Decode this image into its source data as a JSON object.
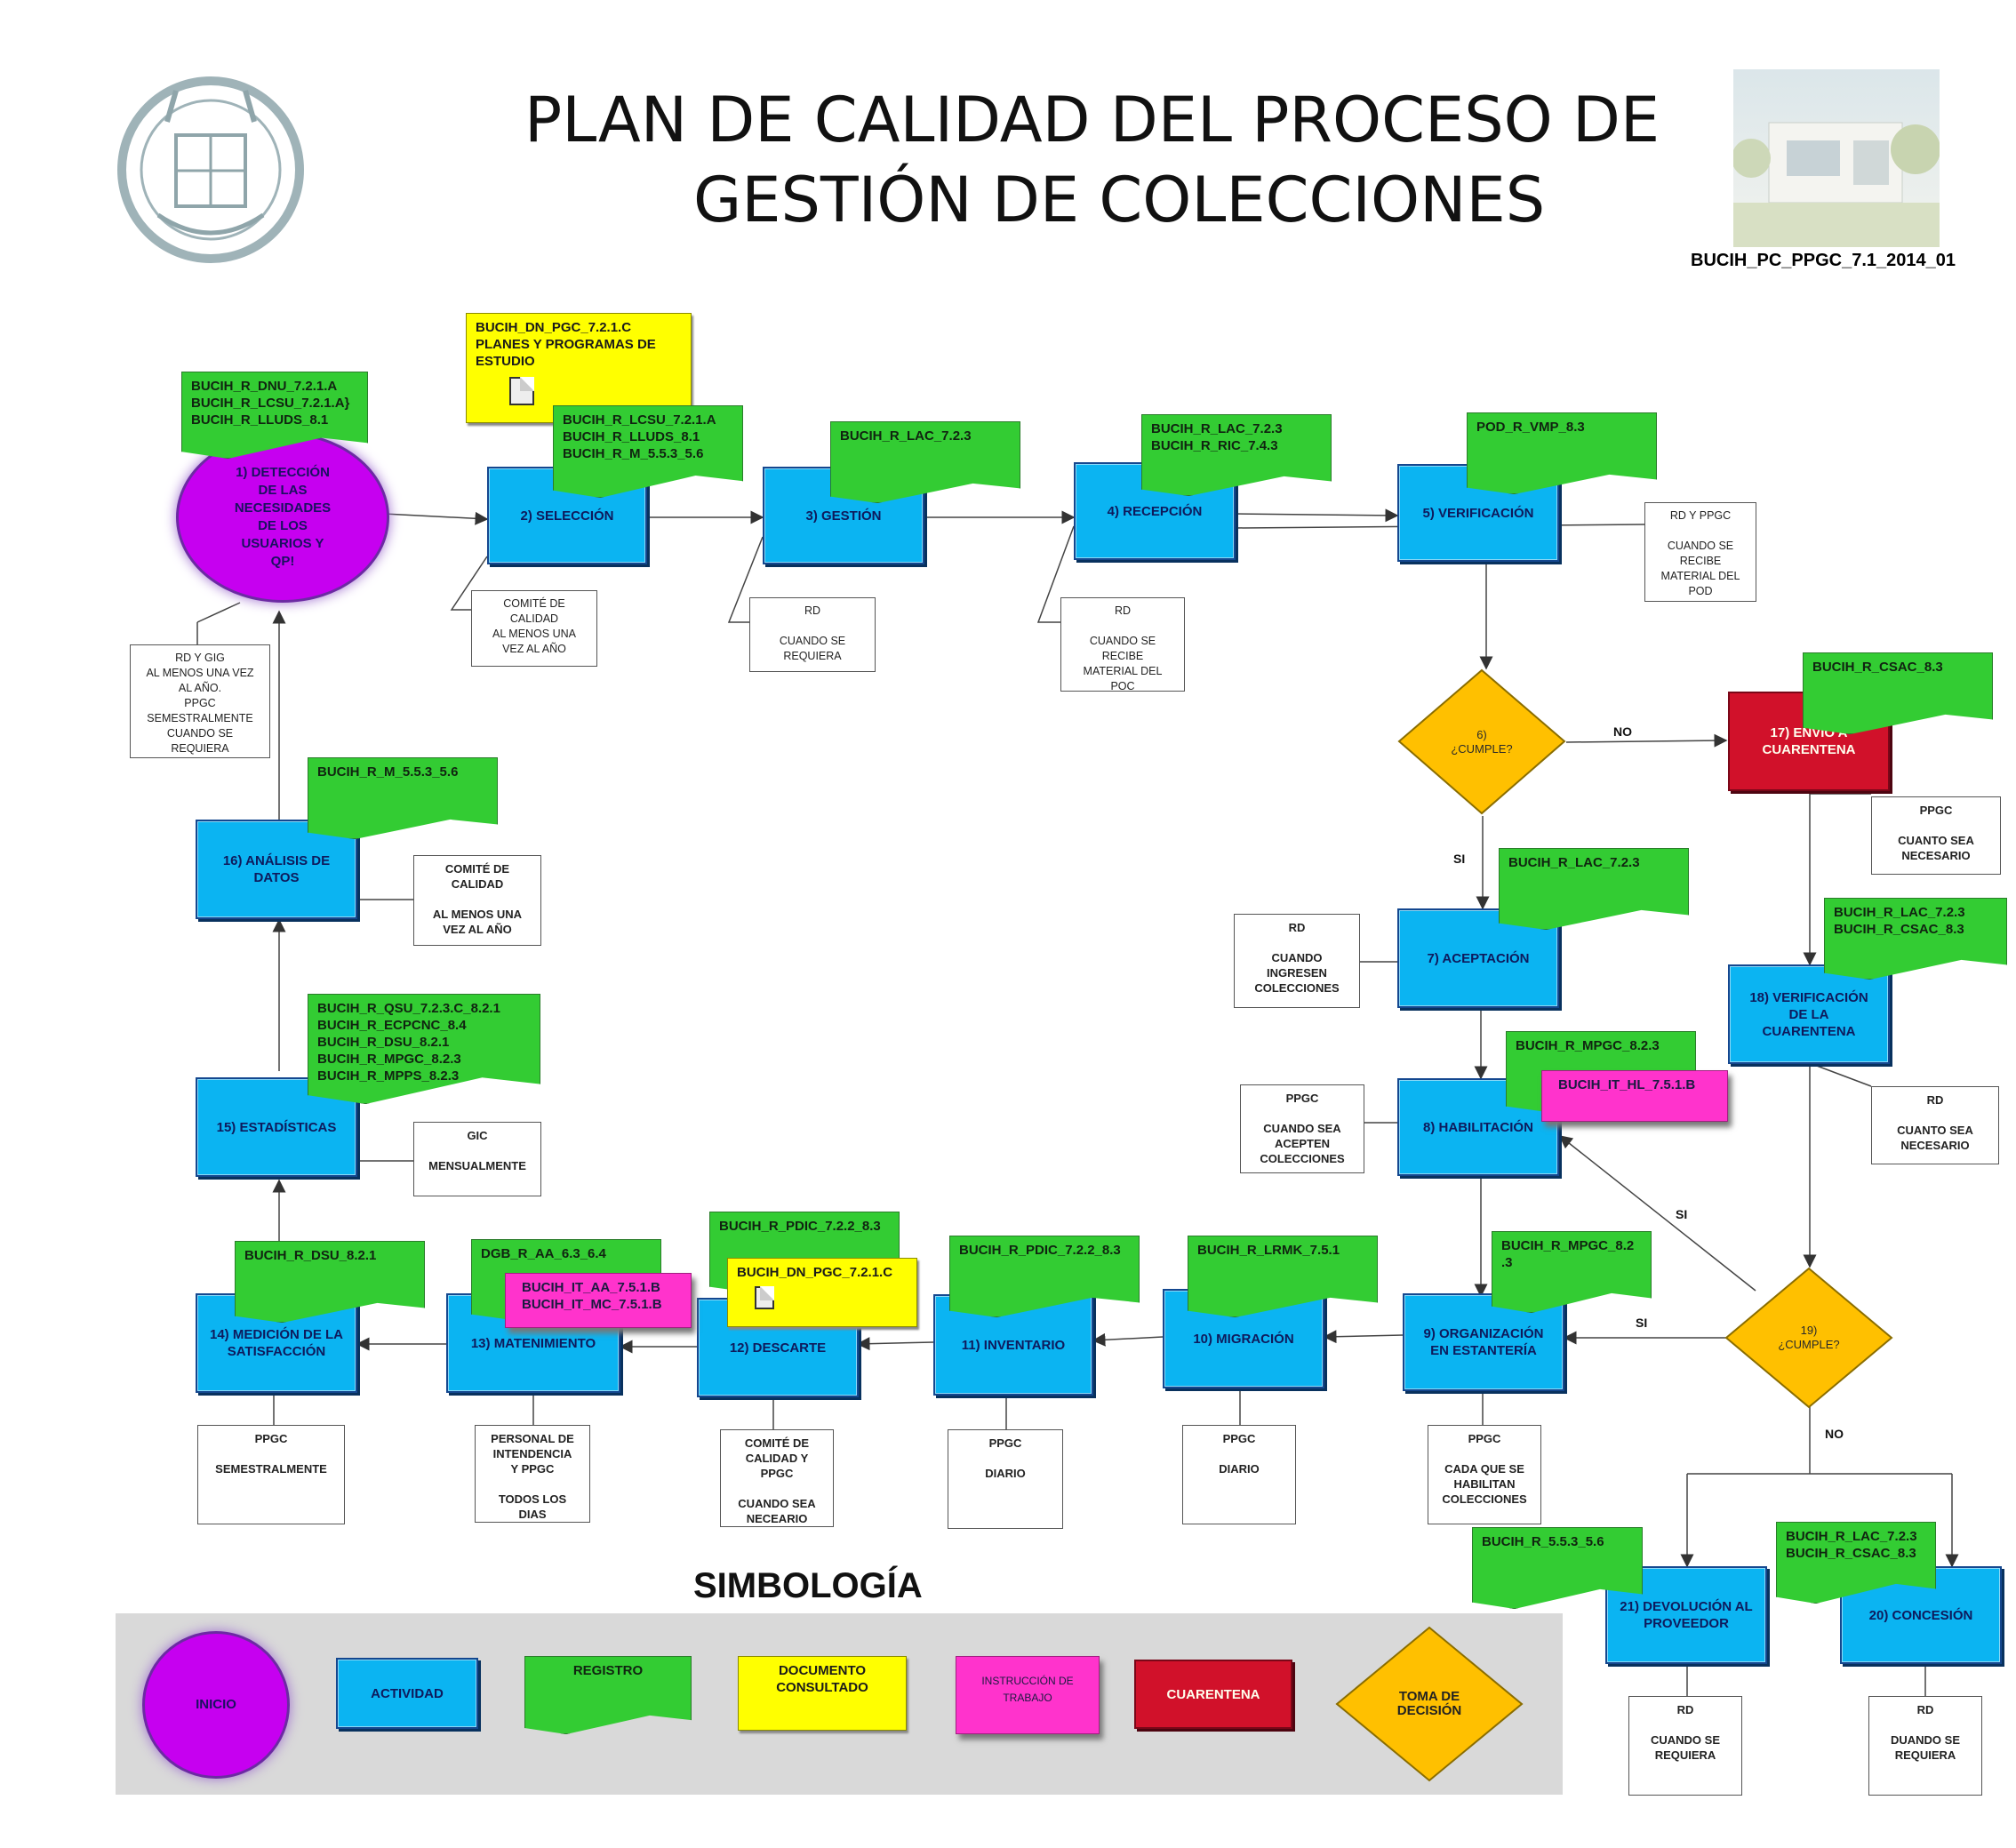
{
  "title": {
    "line1": "PLAN DE CALIDAD DEL PROCESO DE",
    "line2": "GESTIÓN DE COLECCIONES"
  },
  "doc_code": "BUCIH_PC_PPGC_7.1_2014_01",
  "colors": {
    "actividad": "#0bb4f2",
    "registro": "#33cc33",
    "documento": "#ffff00",
    "instruccion": "#ff33cc",
    "cuarentena": "#d1112a",
    "inicio": "#c600f0",
    "decision": "#ffc000"
  },
  "nodes": {
    "n1": "1) DETECCIÓN\nDE LAS\nNECESIDADES\nDE LOS\nUSUARIOS Y\nQP!",
    "n2": "2) SELECCIÓN",
    "n3": "3) GESTIÓN",
    "n4": "4) RECEPCIÓN",
    "n5": "5) VERIFICACIÓN",
    "n6": "6)\n¿CUMPLE?",
    "n7": "7) ACEPTACIÓN",
    "n8": "8) HABILITACIÓN",
    "n9": "9) ORGANIZACIÓN\nEN ESTANTERÍA",
    "n10": "10) MIGRACIÓN",
    "n11": "11) INVENTARIO",
    "n12": "12) DESCARTE",
    "n13": "13) MATENIMIENTO",
    "n14": "14) MEDICIÓN DE LA\nSATISFACCIÓN",
    "n15": "15) ESTADÍSTICAS",
    "n16": "16) ANÁLISIS DE\nDATOS",
    "n17": "17) ENVIO A\nCUARENTENA",
    "n18": "18) VERIFICACIÓN\nDE LA\nCUARENTENA",
    "n19": "19)\n¿CUMPLE?",
    "n20": "20) CONCESIÓN",
    "n21": "21) DEVOLUCIÓN AL\nPROVEEDOR"
  },
  "registros": {
    "r1": [
      "BUCIH_R_DNU_7.2.1.A",
      "BUCIH_R_LCSU_7.2.1.A}",
      "BUCIH_R_LLUDS_8.1"
    ],
    "r2": [
      "BUCIH_R_LCSU_7.2.1.A",
      "BUCIH_R_LLUDS_8.1",
      "BUCIH_R_M_5.5.3_5.6"
    ],
    "r3": [
      "BUCIH_R_LAC_7.2.3"
    ],
    "r4": [
      "BUCIH_R_LAC_7.2.3",
      "BUCIH_R_RIC_7.4.3"
    ],
    "r5": [
      "POD_R_VMP_8.3"
    ],
    "r17": [
      "BUCIH_R_CSAC_8.3"
    ],
    "r7": [
      "BUCIH_R_LAC_7.2.3"
    ],
    "r18": [
      "BUCIH_R_LAC_7.2.3",
      "BUCIH_R_CSAC_8.3"
    ],
    "r8": [
      "BUCIH_R_MPGC_8.2.3"
    ],
    "r9": [
      "BUCIH_R_MPGC_8.2",
      ".3"
    ],
    "r10": [
      "BUCIH_R_LRMK_7.5.1"
    ],
    "r11": [
      "BUCIH_R_PDIC_7.2.2_8.3"
    ],
    "r12": [
      "BUCIH_R_PDIC_7.2.2_8.3"
    ],
    "r13": [
      "DGB_R_AA_6.3_6.4"
    ],
    "r14": [
      "BUCIH_R_DSU_8.2.1"
    ],
    "r15": [
      "BUCIH_R_QSU_7.2.3.C_8.2.1",
      "BUCIH_R_ECPCNC_8.4",
      "BUCIH_R_DSU_8.2.1",
      "BUCIH_R_MPGC_8.2.3",
      "BUCIH_R_MPPS_8.2.3"
    ],
    "r16": [
      "BUCIH_R_M_5.5.3_5.6"
    ],
    "r21": [
      "BUCIH_R_5.5.3_5.6"
    ],
    "r20": [
      "BUCIH_R_LAC_7.2.3",
      "BUCIH_R_CSAC_8.3"
    ]
  },
  "documentos": {
    "d2": [
      "BUCIH_DN_PGC_7.2.1.C",
      "PLANES Y PROGRAMAS DE",
      "ESTUDIO"
    ],
    "d12": [
      "BUCIH_DN_PGC_7.2.1.C"
    ]
  },
  "instrucciones": {
    "i8": [
      "BUCIH_IT_HL_7.5.1.B"
    ],
    "i13": [
      "BUCIH_IT_AA_7.5.1.B",
      "BUCIH_IT_MC_7.5.1.B"
    ]
  },
  "notes": {
    "t1": "RD Y GIG\nAL MENOS UNA VEZ\nAL AÑO.\nPPGC\nSEMESTRALMENTE\nCUANDO SE\nREQUIERA",
    "t2": "COMITÉ DE\nCALIDAD\nAL MENOS UNA\nVEZ AL AÑO",
    "t3": "RD\n\nCUANDO SE\nREQUIERA",
    "t4": "RD\n\nCUANDO SE\nRECIBE\nMATERIAL DEL\nPOC",
    "t5": "RD Y PPGC\n\nCUANDO SE\nRECIBE\nMATERIAL DEL\nPOD",
    "t17": "PPGC\n\nCUANTO SEA\nNECESARIO",
    "t7": "RD\n\nCUANDO\nINGRESEN\nCOLECCIONES",
    "t8": "PPGC\n\nCUANDO SEA\nACEPTEN\nCOLECCIONES",
    "t18": "RD\n\nCUANTO SEA\nNECESARIO",
    "t16": "COMITÉ DE\nCALIDAD\n\nAL MENOS UNA\nVEZ AL AÑO",
    "t15": "GIC\n\nMENSUALMENTE",
    "t14": "PPGC\n\nSEMESTRALMENTE",
    "t13": "PERSONAL DE\nINTENDENCIA\nY PPGC\n\nTODOS LOS\nDIAS",
    "t12": "COMITÉ DE\nCALIDAD Y\nPPGC\n\nCUANDO SEA\nNECEARIO",
    "t11": "PPGC\n\nDIARIO",
    "t10": "PPGC\n\nDIARIO",
    "t9": "PPGC\n\nCADA QUE SE\nHABILITAN\nCOLECCIONES",
    "t21": "RD\n\nCUANDO SE\nREQUIERA",
    "t20": "RD\n\nDUANDO SE\nREQUIERA"
  },
  "edge_labels": {
    "no6": "NO",
    "si6": "SI",
    "si19a": "SI",
    "si19b": "SI",
    "no19": "NO"
  },
  "simbologia": {
    "title": "SIMBOLOGÍA",
    "inicio": "INICIO",
    "actividad": "ACTIVIDAD",
    "registro": "REGISTRO",
    "documento": "DOCUMENTO\nCONSULTADO",
    "instruccion": "INSTRUCCIÓN DE\nTRABAJO",
    "cuarentena": "CUARENTENA",
    "decision": "TOMA DE\nDECISIÓN"
  }
}
